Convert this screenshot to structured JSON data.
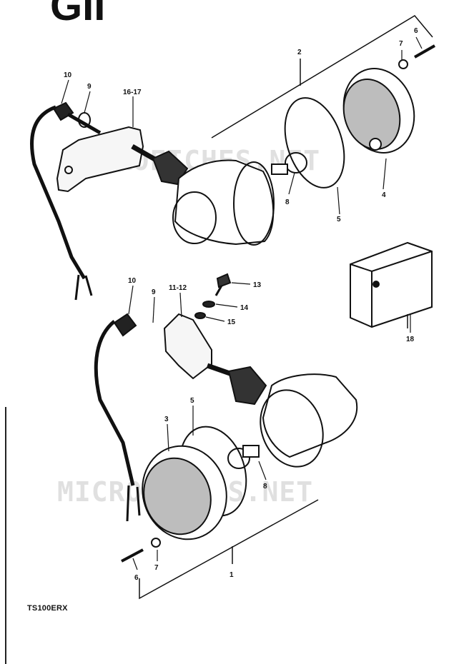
{
  "heading_fragment": "GII",
  "model": "TS100ERX",
  "watermark": "MICROFICHES.NET",
  "callouts": {
    "c1": "1",
    "c2": "2",
    "c3": "3",
    "c4": "4",
    "c5_top": "5",
    "c5_bottom": "5",
    "c6_top": "6",
    "c6_bottom": "6",
    "c7_top": "7",
    "c7_bottom": "7",
    "c8_top": "8",
    "c8_bottom": "8",
    "c9_top": "9",
    "c9_bottom": "9",
    "c10_top": "10",
    "c10_bottom": "10",
    "c11_12": "11-12",
    "c13": "13",
    "c14": "14",
    "c15": "15",
    "c16_17": "16-17",
    "c18": "18"
  }
}
